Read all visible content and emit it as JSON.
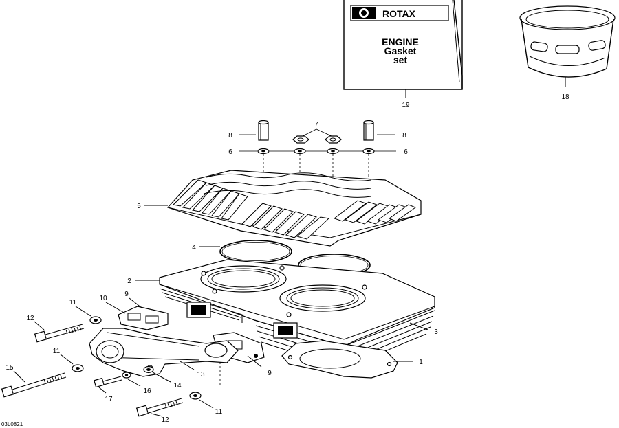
{
  "diagram": {
    "drawing_code": "03L0821",
    "kit": {
      "brand": "ROTAX",
      "title_lines": [
        "ENGINE",
        "Gasket",
        "set"
      ]
    },
    "callouts": {
      "c1": "1",
      "c2": "2",
      "c3": "3",
      "c4": "4",
      "c5": "5",
      "c6a": "6",
      "c6b": "6",
      "c7": "7",
      "c8a": "8",
      "c8b": "8",
      "c9a": "9",
      "c9b": "9",
      "c10": "10",
      "c11a": "11",
      "c11b": "11",
      "c11c": "11",
      "c12a": "12",
      "c12b": "12",
      "c13": "13",
      "c14": "14",
      "c15": "15",
      "c16": "16",
      "c17": "17",
      "c18": "18",
      "c19": "19"
    }
  }
}
